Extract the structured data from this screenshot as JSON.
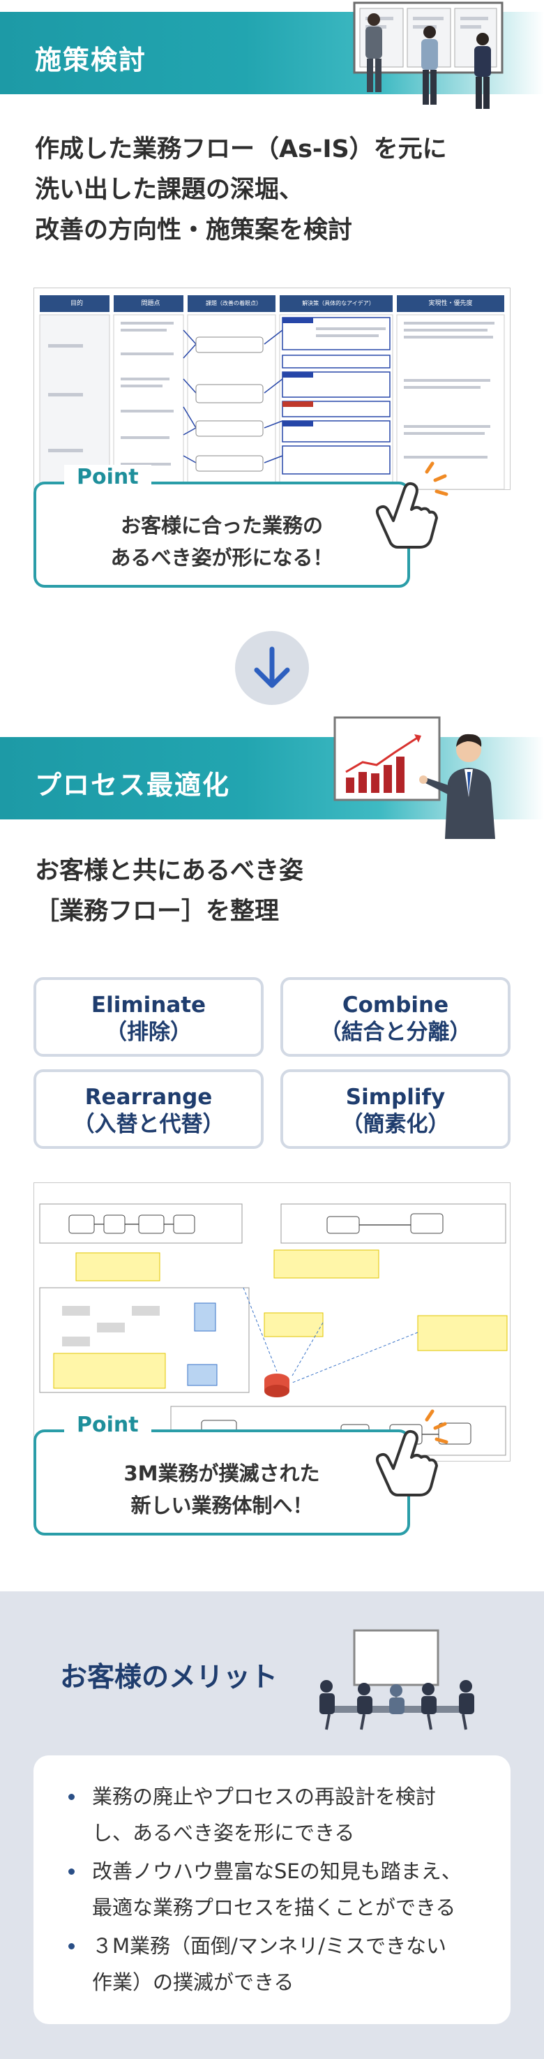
{
  "section1": {
    "title": "施策検討",
    "heading": [
      "作成した業務フロー（As-IS）を元に",
      "洗い出した課題の深堀、",
      "改善の方向性・施策案を検討"
    ],
    "table_headers": [
      "目的",
      "問題点",
      "課題（改善の着眼点）",
      "解決策（具体的なアイデア）",
      "実現性・優先度"
    ],
    "point_label": "Point",
    "point_text": [
      "お客様に合った業務の",
      "あるべき姿が形になる！"
    ]
  },
  "section2": {
    "title": "プロセス最適化",
    "heading": [
      "お客様と共にあるべき姿",
      "［業務フロー］を整理"
    ],
    "principles": [
      {
        "en": "Eliminate",
        "ja": "（排除）"
      },
      {
        "en": "Combine",
        "ja": "（結合と分離）"
      },
      {
        "en": "Rearrange",
        "ja": "（入替と代替）"
      },
      {
        "en": "Simplify",
        "ja": "（簡素化）"
      }
    ],
    "point_label": "Point",
    "point_text": [
      "3M業務が撲滅された",
      "新しい業務体制へ！"
    ]
  },
  "benefits": {
    "title": "お客様のメリット",
    "items": [
      [
        "業務の廃止やプロセスの再設計を検討",
        "し、あるべき姿を形にできる"
      ],
      [
        "改善ノウハウ豊富なSEの知見も踏まえ、",
        "最適な業務プロセスを描くことができる"
      ],
      [
        "３M業務（面倒/マンネリ/ミスできない",
        "作業）の撲滅ができる"
      ]
    ]
  },
  "colors": {
    "teal": "#22a5b0",
    "navy": "#1f3d6e",
    "benefit_bg": "#dfe3eb"
  }
}
